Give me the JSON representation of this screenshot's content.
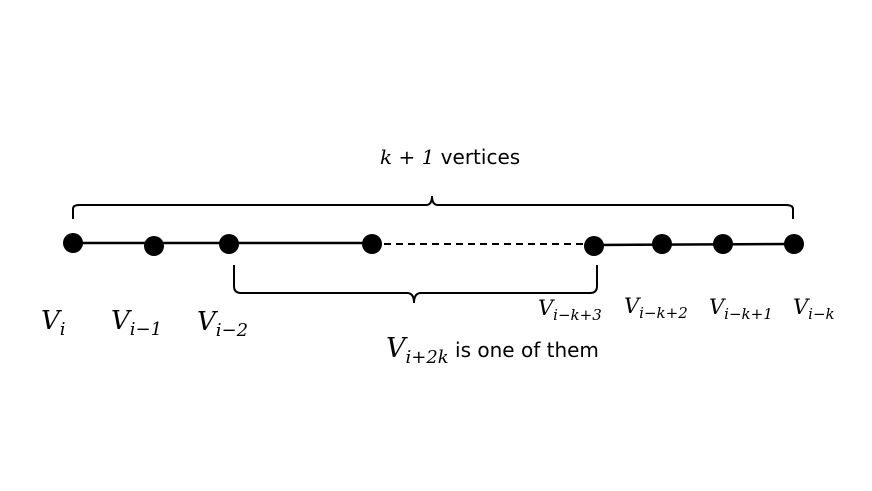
{
  "top_brace_label": {
    "math": "k + 1",
    "text": " vertices"
  },
  "vertex_labels": [
    {
      "base": "V",
      "sub": "i"
    },
    {
      "base": "V",
      "sub": "i−1"
    },
    {
      "base": "V",
      "sub": "i−2"
    },
    {
      "base": "V",
      "sub": "i−k+3"
    },
    {
      "base": "V",
      "sub": "i−k+2"
    },
    {
      "base": "V",
      "sub": "i−k+1"
    },
    {
      "base": "V",
      "sub": "i−k"
    }
  ],
  "bottom_brace_label": {
    "base": "V",
    "sub": "i+2k",
    "text": " is one of them"
  },
  "vertex_count": 8,
  "dashed_segment": true,
  "colors": {
    "stroke": "#000000",
    "vertex_fill": "#000000",
    "background": "#ffffff"
  }
}
